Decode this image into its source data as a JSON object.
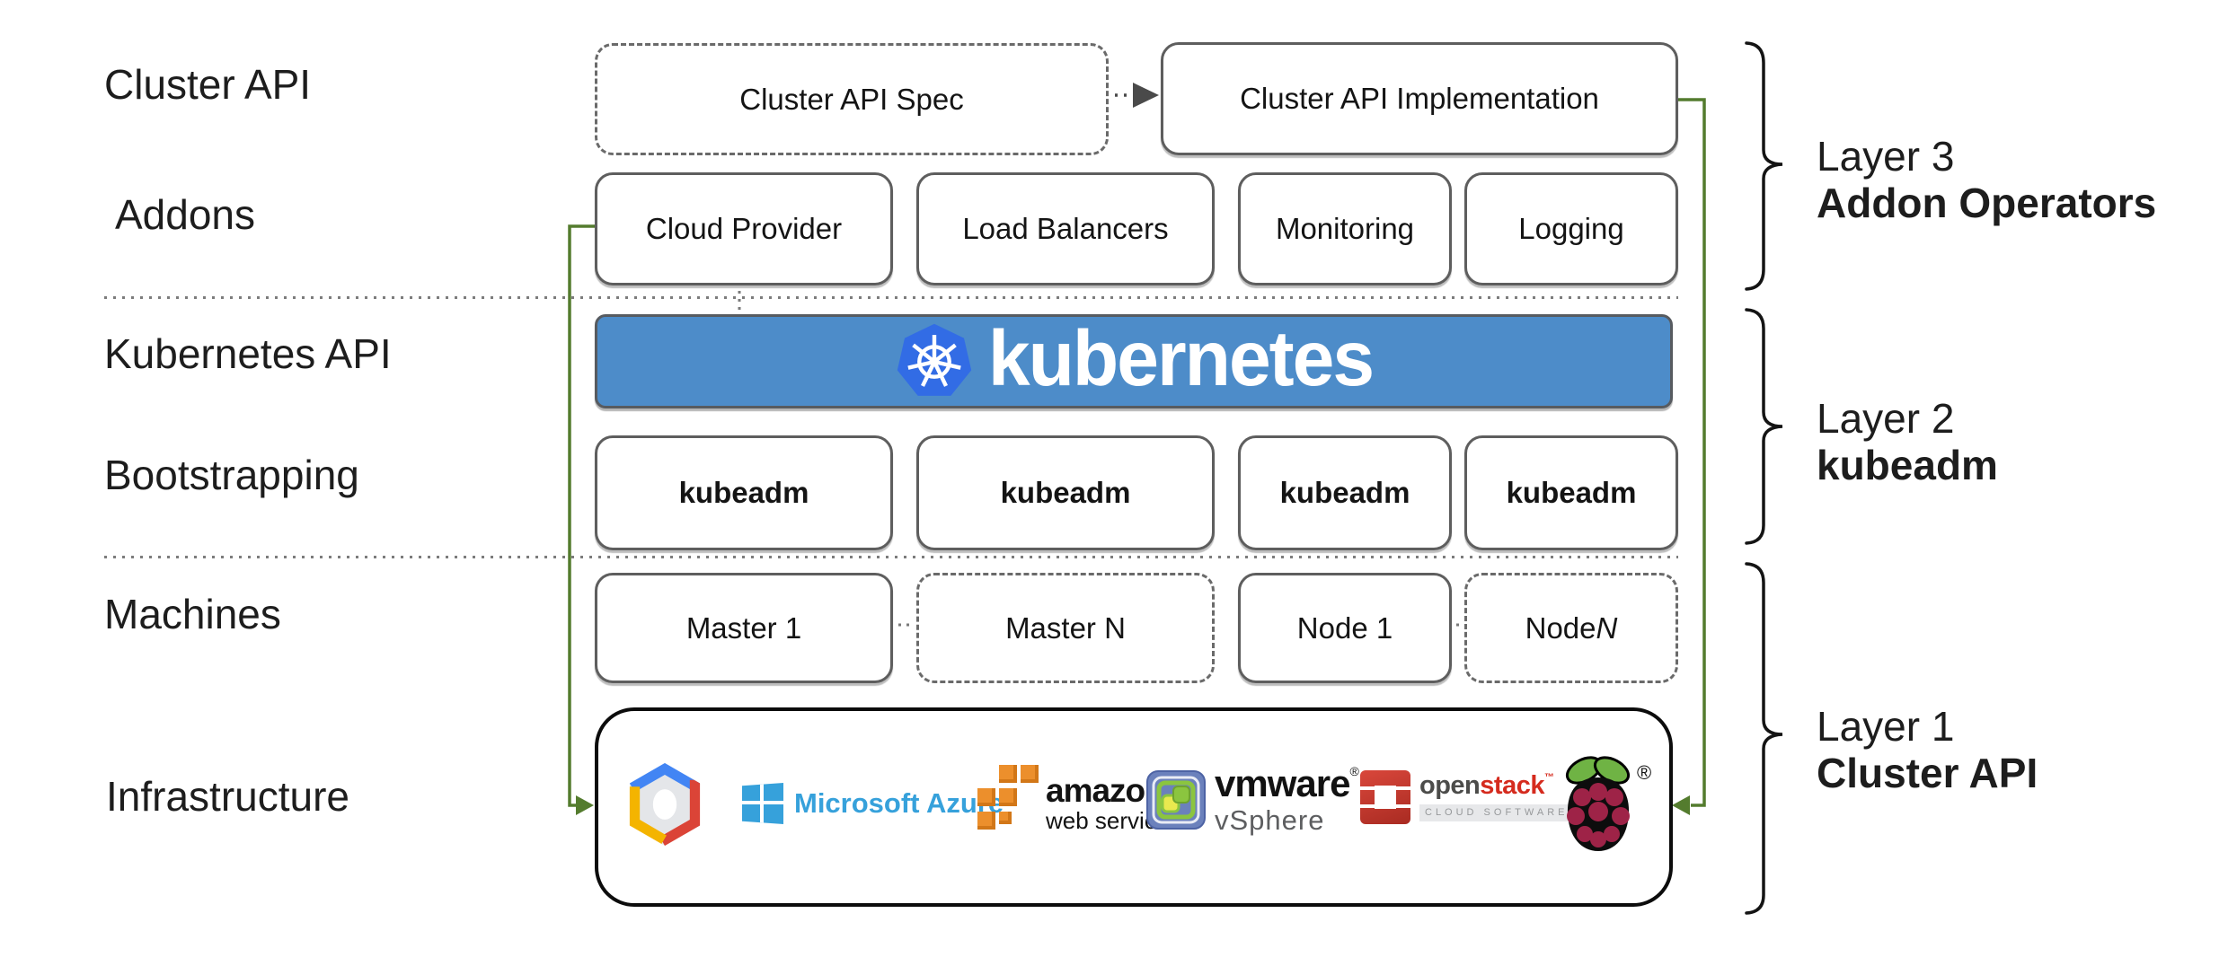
{
  "row_labels": {
    "cluster_api": "Cluster API",
    "addons": "Addons",
    "kubernetes_api": "Kubernetes API",
    "bootstrapping": "Bootstrapping",
    "machines": "Machines",
    "infrastructure": "Infrastructure"
  },
  "cluster_api_row": {
    "spec": "Cluster API Spec",
    "implementation": "Cluster API Implementation"
  },
  "addons_row": {
    "items": [
      "Cloud Provider",
      "Load Balancers",
      "Monitoring",
      "Logging"
    ]
  },
  "kubernetes_banner": {
    "text": "kubernetes"
  },
  "bootstrapping_row": {
    "items": [
      "kubeadm",
      "kubeadm",
      "kubeadm",
      "kubeadm"
    ]
  },
  "machines_row": {
    "items": [
      {
        "text": "Master 1",
        "style": "solid"
      },
      {
        "text": "Master N",
        "style": "dashed"
      },
      {
        "text": "Node 1",
        "style": "solid"
      },
      {
        "text": "Node ",
        "n": "N",
        "style": "dashed"
      }
    ]
  },
  "infrastructure_row": {
    "providers": [
      "google-cloud",
      "microsoft-azure",
      "amazon-web-services",
      "vmware-vsphere",
      "openstack",
      "raspberry-pi"
    ],
    "azure": {
      "text": "Microsoft Azure"
    },
    "aws": {
      "line1": "amazon",
      "line2": "web services"
    },
    "vmware": {
      "brand": "vmware",
      "reg": "®",
      "product": "vSphere"
    },
    "openstack": {
      "open": "open",
      "stack": "stack",
      "tm": "™",
      "tagline": "CLOUD SOFTWARE"
    },
    "raspberry_pi": {
      "reg": "®"
    }
  },
  "layers": [
    {
      "line1": "Layer 3",
      "line2": "Addon Operators"
    },
    {
      "line1": "Layer 2",
      "line2": "kubeadm"
    },
    {
      "line1": "Layer 1",
      "line2": "Cluster API"
    }
  ],
  "colors": {
    "green": "#547c2e",
    "k8s-blue": "#4d8cc9",
    "k8s-logo-blue": "#326ce5",
    "azure-blue": "#36a1db",
    "aws-orange": "#ec8f2c",
    "gcp-blue": "#4285f4",
    "gcp-red": "#db4437",
    "gcp-yellow": "#f4b400",
    "openstack-red": "#d52b1e",
    "rpi-crimson": "#9e2347",
    "rpi-leaf": "#6fb344"
  }
}
